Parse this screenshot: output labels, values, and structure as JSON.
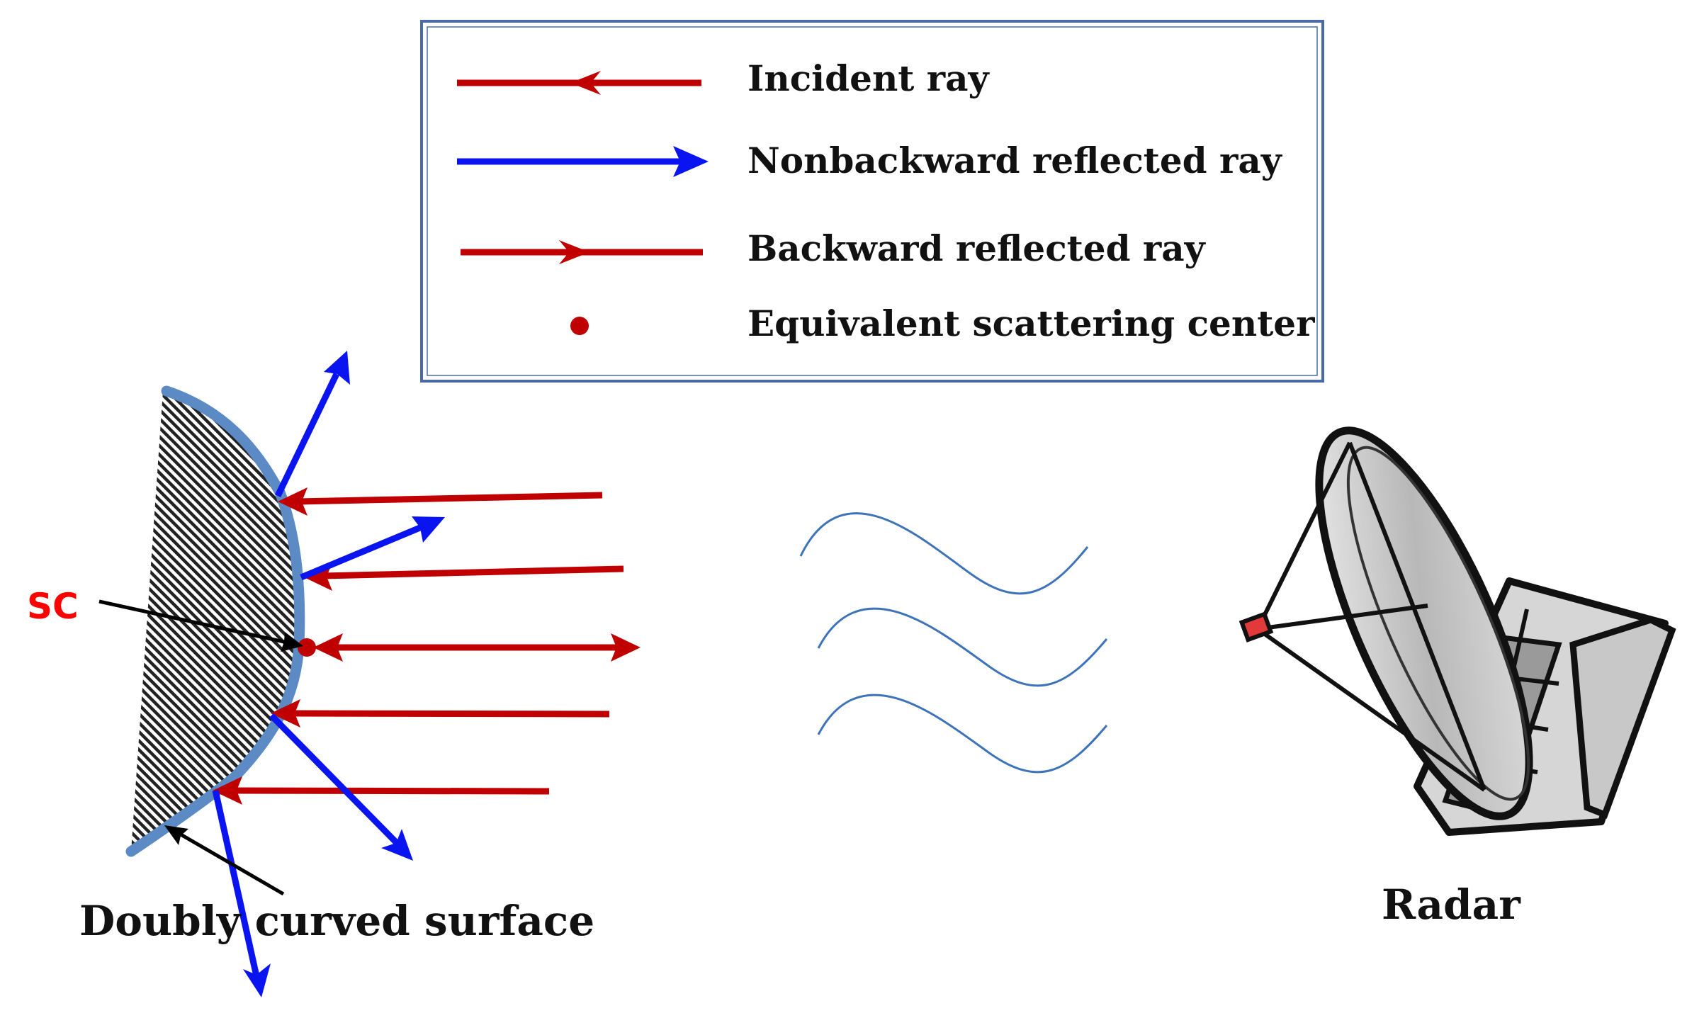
{
  "legend": {
    "items": [
      {
        "kind": "incident",
        "label": "Incident ray"
      },
      {
        "kind": "nonbackward",
        "label": "Nonbackward reflected ray"
      },
      {
        "kind": "backward",
        "label": "Backward reflected ray"
      },
      {
        "kind": "center",
        "label": "Equivalent scattering center"
      }
    ]
  },
  "labels": {
    "sc": "SC",
    "surface": "Doubly curved surface",
    "radar": "Radar"
  },
  "colors": {
    "ray_red": "#c00000",
    "ray_blue": "#0a14f0",
    "surface_edge": "#5b8ac5",
    "wave": "#3d73b9",
    "legend_border": "#4a6aa5",
    "sc_text": "#ff0000"
  }
}
